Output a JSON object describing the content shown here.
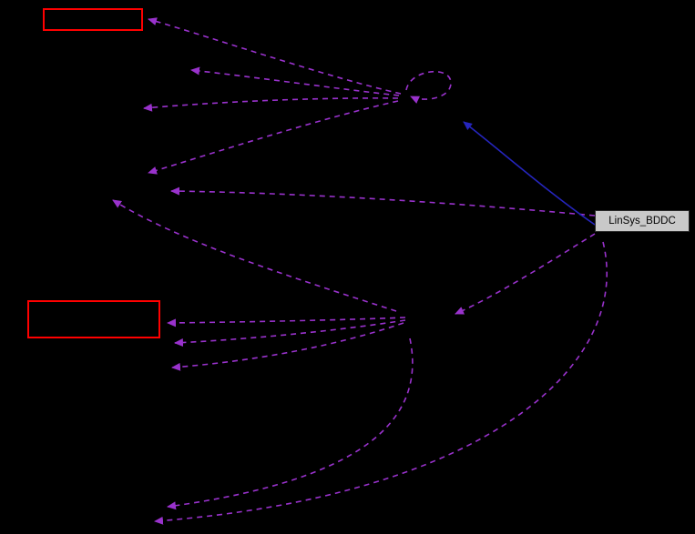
{
  "diagram": {
    "type": "collaboration-graph",
    "colors": {
      "background": "#000000",
      "edge_dashed": "#9932cc",
      "edge_solid": "#2525bd",
      "red_node_border": "#ff0000",
      "main_node_fill": "#c9c9c9",
      "main_node_text": "#000000"
    },
    "nodes": {
      "linsys_bddc": {
        "label": "LinSys_BDDC"
      },
      "red_box_top": {
        "label": ""
      },
      "red_box_middle": {
        "label": ""
      }
    },
    "edges": {
      "dashed_style": "dashed",
      "solid_style": "solid",
      "list": [
        {
          "from": "hub-top",
          "to": "red-box-top",
          "style": "dashed"
        },
        {
          "from": "hub-top",
          "to": "hidden-node-upper-1",
          "style": "dashed"
        },
        {
          "from": "hub-top",
          "to": "hidden-node-upper-2",
          "style": "dashed"
        },
        {
          "from": "hub-top",
          "to": "hidden-node-upper-3",
          "style": "dashed"
        },
        {
          "from": "hub-top",
          "to": "hub-top",
          "style": "dashed-self-loop"
        },
        {
          "from": "linsys_bddc",
          "to": "hidden-node-upper-4",
          "style": "dashed"
        },
        {
          "from": "linsys_bddc",
          "to": "hub-top",
          "style": "solid"
        },
        {
          "from": "linsys_bddc",
          "to": "hub-middle",
          "style": "dashed"
        },
        {
          "from": "linsys_bddc",
          "to": "hidden-node-bottom-2",
          "style": "dashed"
        },
        {
          "from": "hub-middle",
          "to": "red-box-middle",
          "style": "dashed"
        },
        {
          "from": "hub-middle",
          "to": "hidden-node-mid-1",
          "style": "dashed"
        },
        {
          "from": "hub-middle",
          "to": "hidden-node-mid-2",
          "style": "dashed"
        },
        {
          "from": "hub-middle",
          "to": "hidden-node-left",
          "style": "dashed"
        },
        {
          "from": "hub-middle",
          "to": "hidden-node-bottom-1",
          "style": "dashed"
        }
      ]
    }
  }
}
